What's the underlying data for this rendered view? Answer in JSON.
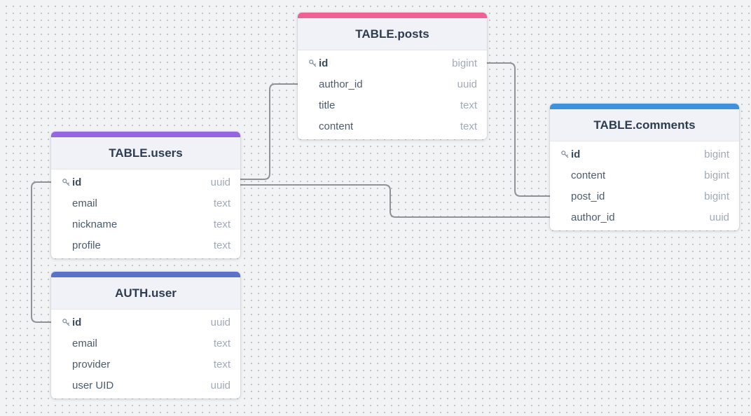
{
  "canvas": {
    "kind": "schema-diagram",
    "line_color": "#8f9296"
  },
  "tables": [
    {
      "title": "TABLE.posts",
      "accent_color": "#ee6192",
      "fields": [
        {
          "name": "id",
          "type": "bigint",
          "primary": true
        },
        {
          "name": "author_id",
          "type": "uuid",
          "primary": false
        },
        {
          "name": "title",
          "type": "text",
          "primary": false
        },
        {
          "name": "content",
          "type": "text",
          "primary": false
        }
      ]
    },
    {
      "title": "TABLE.comments",
      "accent_color": "#3d91dd",
      "fields": [
        {
          "name": "id",
          "type": "bigint",
          "primary": true
        },
        {
          "name": "content",
          "type": "bigint",
          "primary": false
        },
        {
          "name": "post_id",
          "type": "bigint",
          "primary": false
        },
        {
          "name": "author_id",
          "type": "uuid",
          "primary": false
        }
      ]
    },
    {
      "title": "TABLE.users",
      "accent_color": "#9565e2",
      "fields": [
        {
          "name": "id",
          "type": "uuid",
          "primary": true
        },
        {
          "name": "email",
          "type": "text",
          "primary": false
        },
        {
          "name": "nickname",
          "type": "text",
          "primary": false
        },
        {
          "name": "profile",
          "type": "text",
          "primary": false
        }
      ]
    },
    {
      "title": "AUTH.user",
      "accent_color": "#5b72c9",
      "fields": [
        {
          "name": "id",
          "type": "uuid",
          "primary": true
        },
        {
          "name": "email",
          "type": "text",
          "primary": false
        },
        {
          "name": "provider",
          "type": "text",
          "primary": false
        },
        {
          "name": "user UID",
          "type": "uuid",
          "primary": false
        }
      ]
    }
  ],
  "connections": [
    {
      "from": "TABLE.users.id",
      "to": "TABLE.posts.author_id"
    },
    {
      "from": "TABLE.users.id",
      "to": "TABLE.comments.author_id"
    },
    {
      "from": "TABLE.posts.id",
      "to": "TABLE.comments.post_id"
    },
    {
      "from": "TABLE.users.id",
      "to": "AUTH.user.id"
    }
  ]
}
